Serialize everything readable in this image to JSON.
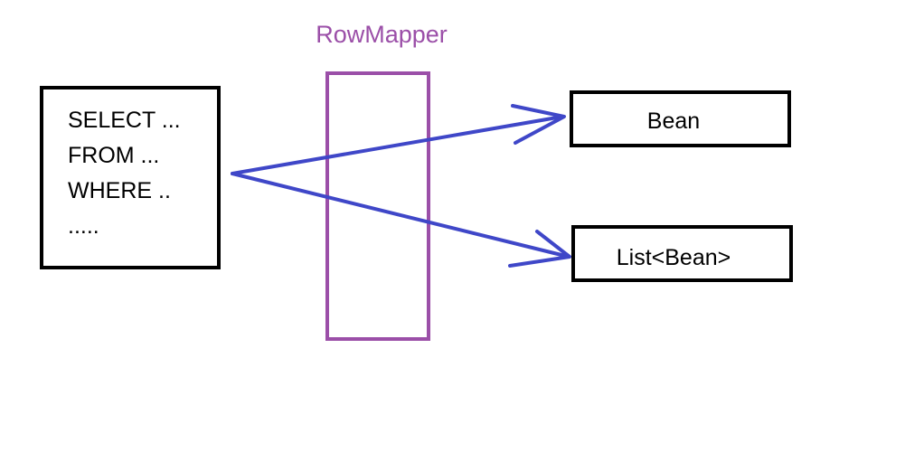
{
  "colors": {
    "box_stroke": "#000000",
    "mapper": "#9b4fa8",
    "arrow": "#3f47c8",
    "background": "#ffffff"
  },
  "diagram": {
    "query": {
      "lines": [
        "SELECT ...",
        "FROM ...",
        "WHERE ..",
        "....."
      ]
    },
    "mapper": {
      "label": "RowMapper"
    },
    "outputs": [
      {
        "label": "Bean"
      },
      {
        "label": "List<Bean>"
      }
    ]
  }
}
